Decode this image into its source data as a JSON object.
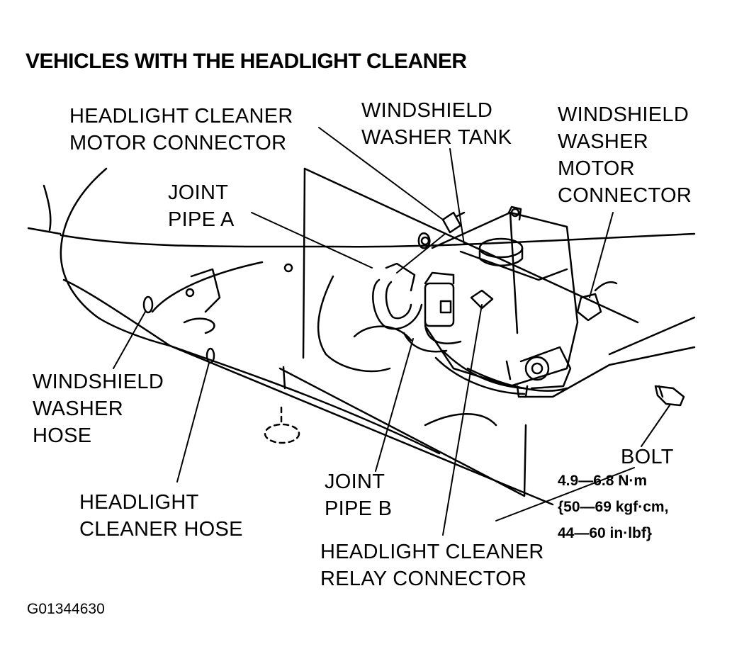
{
  "title": "VEHICLES WITH THE HEADLIGHT CLEANER",
  "labels": {
    "motor_connector": [
      "HEADLIGHT CLEANER",
      "MOTOR CONNECTOR"
    ],
    "washer_tank": [
      "WINDSHIELD",
      "WASHER TANK"
    ],
    "washer_motor_connector": [
      "WINDSHIELD",
      "WASHER",
      "MOTOR",
      "CONNECTOR"
    ],
    "joint_pipe_a": [
      "JOINT",
      "PIPE A"
    ],
    "washer_hose": [
      "WINDSHIELD",
      "WASHER",
      "HOSE"
    ],
    "joint_pipe_b": [
      "JOINT",
      "PIPE B"
    ],
    "headlight_cleaner_hose": [
      "HEADLIGHT",
      "CLEANER HOSE"
    ],
    "relay_connector": [
      "HEADLIGHT CLEANER",
      "RELAY CONNECTOR"
    ],
    "bolt": "BOLT"
  },
  "torque_spec": [
    "4.9—6.8 N·m",
    "{50—69 kgf·cm,",
    "44—60 in·lbf}"
  ],
  "figure_id": "G01344630"
}
